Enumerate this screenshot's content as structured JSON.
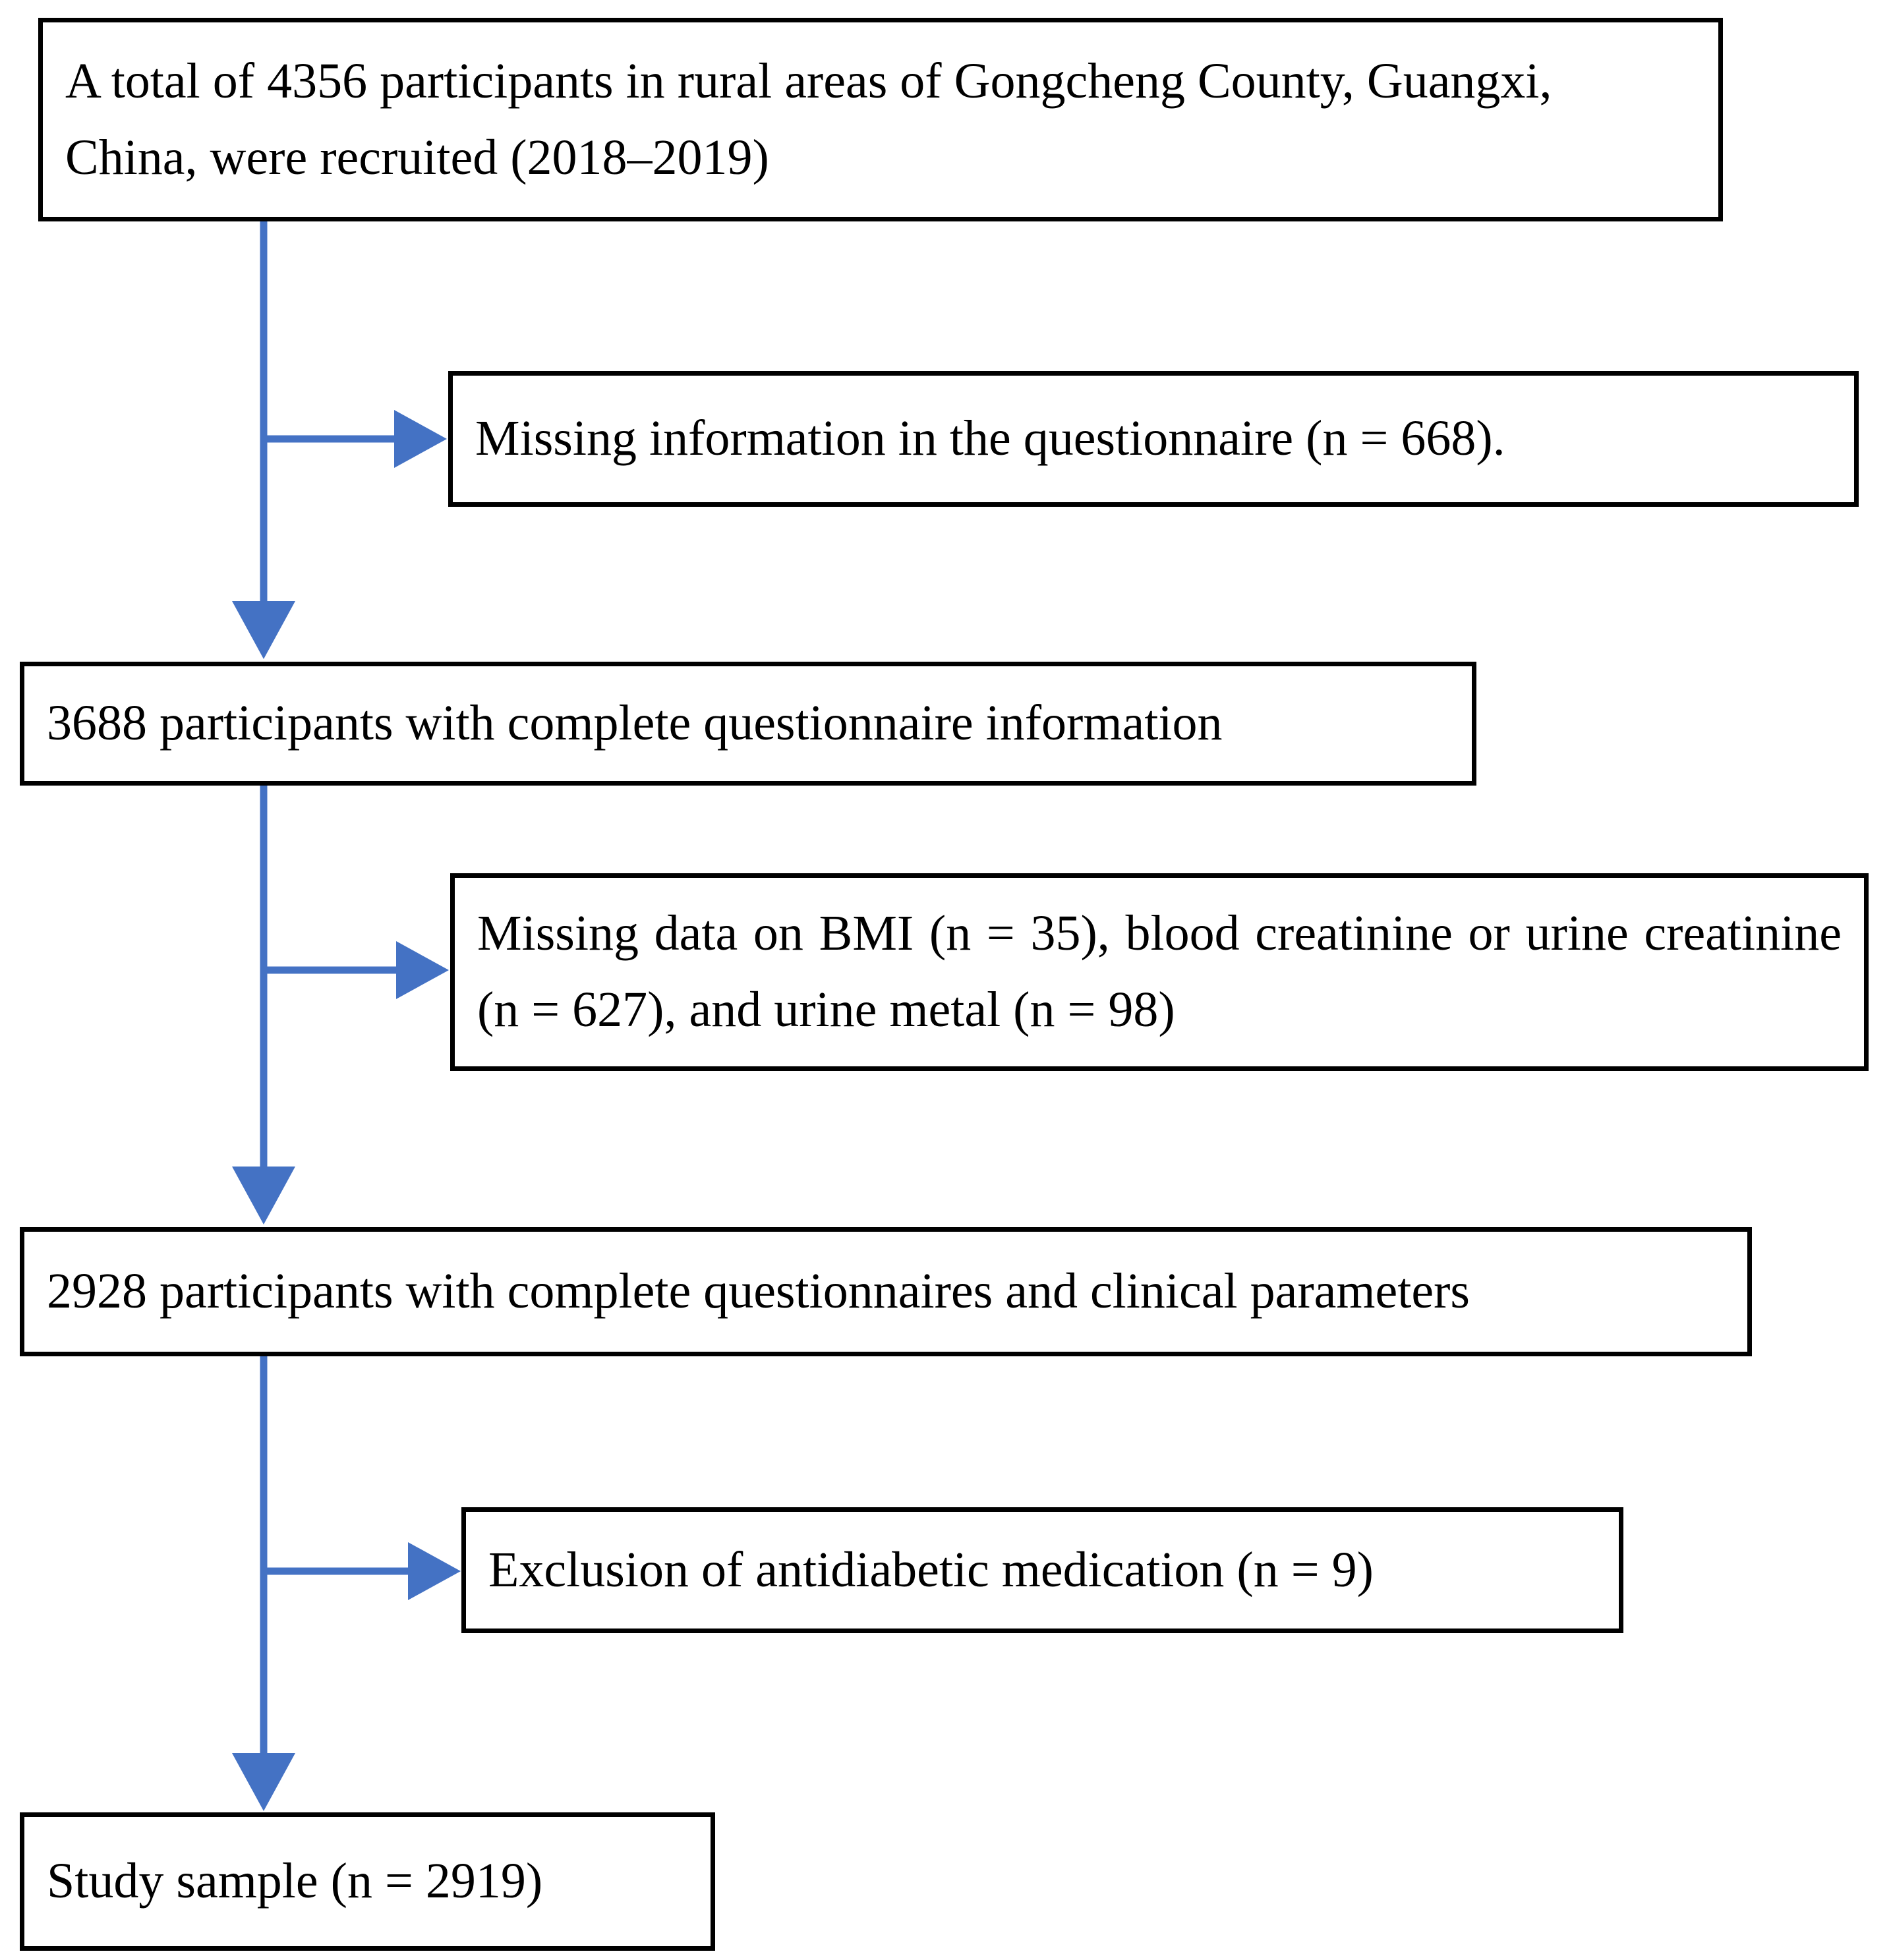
{
  "diagram": {
    "type": "study-participant-flowchart",
    "orientation": "vertical",
    "accent_color": "#4472C4",
    "box_border_color": "#000000",
    "background_color": "#FFFFFF",
    "nodes": [
      {
        "id": "enrolled",
        "role": "main",
        "text": "A total of 4356 participants in rural areas of Gongcheng County, Guangxi, China, were recruited (2018–2019)",
        "count": 4356,
        "period": "2018–2019"
      },
      {
        "id": "exclusion-questionnaire",
        "role": "exclusion",
        "text": "Missing information in the questionnaire (n = 668).",
        "count": 668
      },
      {
        "id": "complete-questionnaire",
        "role": "main",
        "text": "3688 participants with complete questionnaire information",
        "count": 3688
      },
      {
        "id": "exclusion-clinical",
        "role": "exclusion",
        "text": "Missing data on BMI (n = 35), blood creatinine or urine creatinine (n = 627), and urine metal (n = 98)",
        "counts": {
          "bmi": 35,
          "creatinine": 627,
          "urine_metal": 98
        }
      },
      {
        "id": "complete-clinical",
        "role": "main",
        "text": "2928 participants with complete questionnaires and clinical parameters",
        "count": 2928
      },
      {
        "id": "exclusion-medication",
        "role": "exclusion",
        "text": "Exclusion of antidiabetic medication (n = 9)",
        "count": 9
      },
      {
        "id": "study-sample",
        "role": "main",
        "text": "Study sample (n = 2919)",
        "count": 2919
      }
    ],
    "connectors": [
      {
        "from": "enrolled",
        "to": "exclusion-questionnaire",
        "direction": "right"
      },
      {
        "from": "enrolled",
        "to": "complete-questionnaire",
        "direction": "down"
      },
      {
        "from": "complete-questionnaire",
        "to": "exclusion-clinical",
        "direction": "right"
      },
      {
        "from": "complete-questionnaire",
        "to": "complete-clinical",
        "direction": "down"
      },
      {
        "from": "complete-clinical",
        "to": "exclusion-medication",
        "direction": "right"
      },
      {
        "from": "complete-clinical",
        "to": "study-sample",
        "direction": "down"
      }
    ]
  }
}
